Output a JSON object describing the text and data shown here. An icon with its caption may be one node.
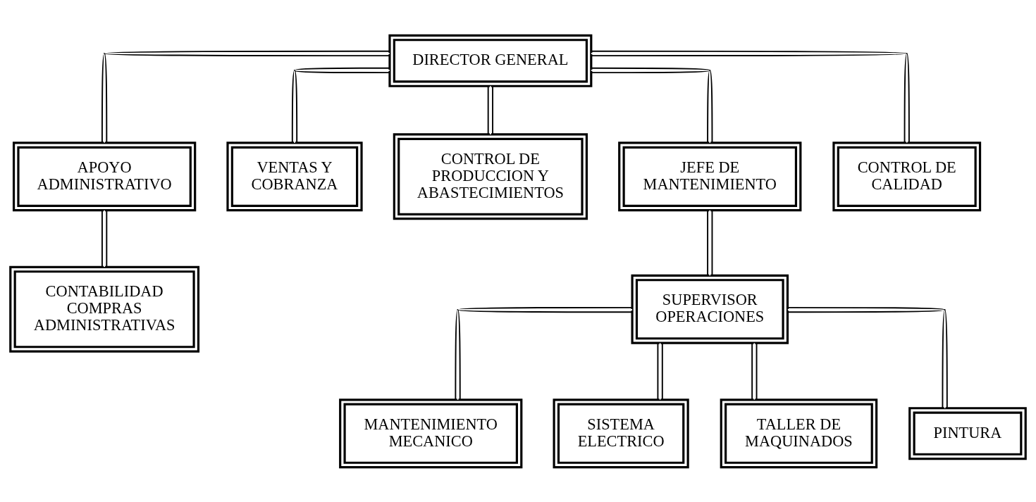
{
  "diagram": {
    "nodes": [
      {
        "text": [
          "DIRECTOR GENERAL"
        ]
      },
      {
        "text": [
          "APOYO ADMINISTRATIVO"
        ]
      },
      {
        "text": [
          "VENTAS Y COBRANZA"
        ]
      },
      {
        "text": [
          "CONTROL DE PRODUCCION Y ABASTECIMIENTOS"
        ]
      },
      {
        "text": [
          "JEFE DE MANTENIMIENTO"
        ]
      },
      {
        "text": [
          "CONTROL DE CALIDAD"
        ]
      },
      {
        "text": [
          "CONTABILIDAD COMPRAS ADMINISTRATIVAS"
        ]
      },
      {
        "text": [
          "SUPERVISOR OPERACIONES"
        ]
      },
      {
        "text": [
          "MANTENIMIENTO MECANICO"
        ]
      },
      {
        "text": [
          "SISTEMA ELECTRICO"
        ]
      },
      {
        "text": [
          "TALLER DE MAQUINADOS"
        ]
      },
      {
        "text": [
          "PINTURA"
        ]
      }
    ],
    "edges": [
      {
        "from": 0,
        "to": 1,
        "arrow": "none"
      },
      {
        "from": 0,
        "to": 2,
        "arrow": "none"
      },
      {
        "from": 0,
        "to": 3,
        "arrow": "none"
      },
      {
        "from": 0,
        "to": 4,
        "arrow": "none"
      },
      {
        "from": 0,
        "to": 5,
        "arrow": "none"
      },
      {
        "from": 1,
        "to": 6,
        "arrow": "none"
      },
      {
        "from": 4,
        "to": 7,
        "arrow": "none"
      },
      {
        "from": 7,
        "to": 8,
        "arrow": "none"
      },
      {
        "from": 7,
        "to": 9,
        "arrow": "none"
      },
      {
        "from": 7,
        "to": 10,
        "arrow": "none"
      },
      {
        "from": 7,
        "to": 11,
        "arrow": "none"
      }
    ]
  }
}
